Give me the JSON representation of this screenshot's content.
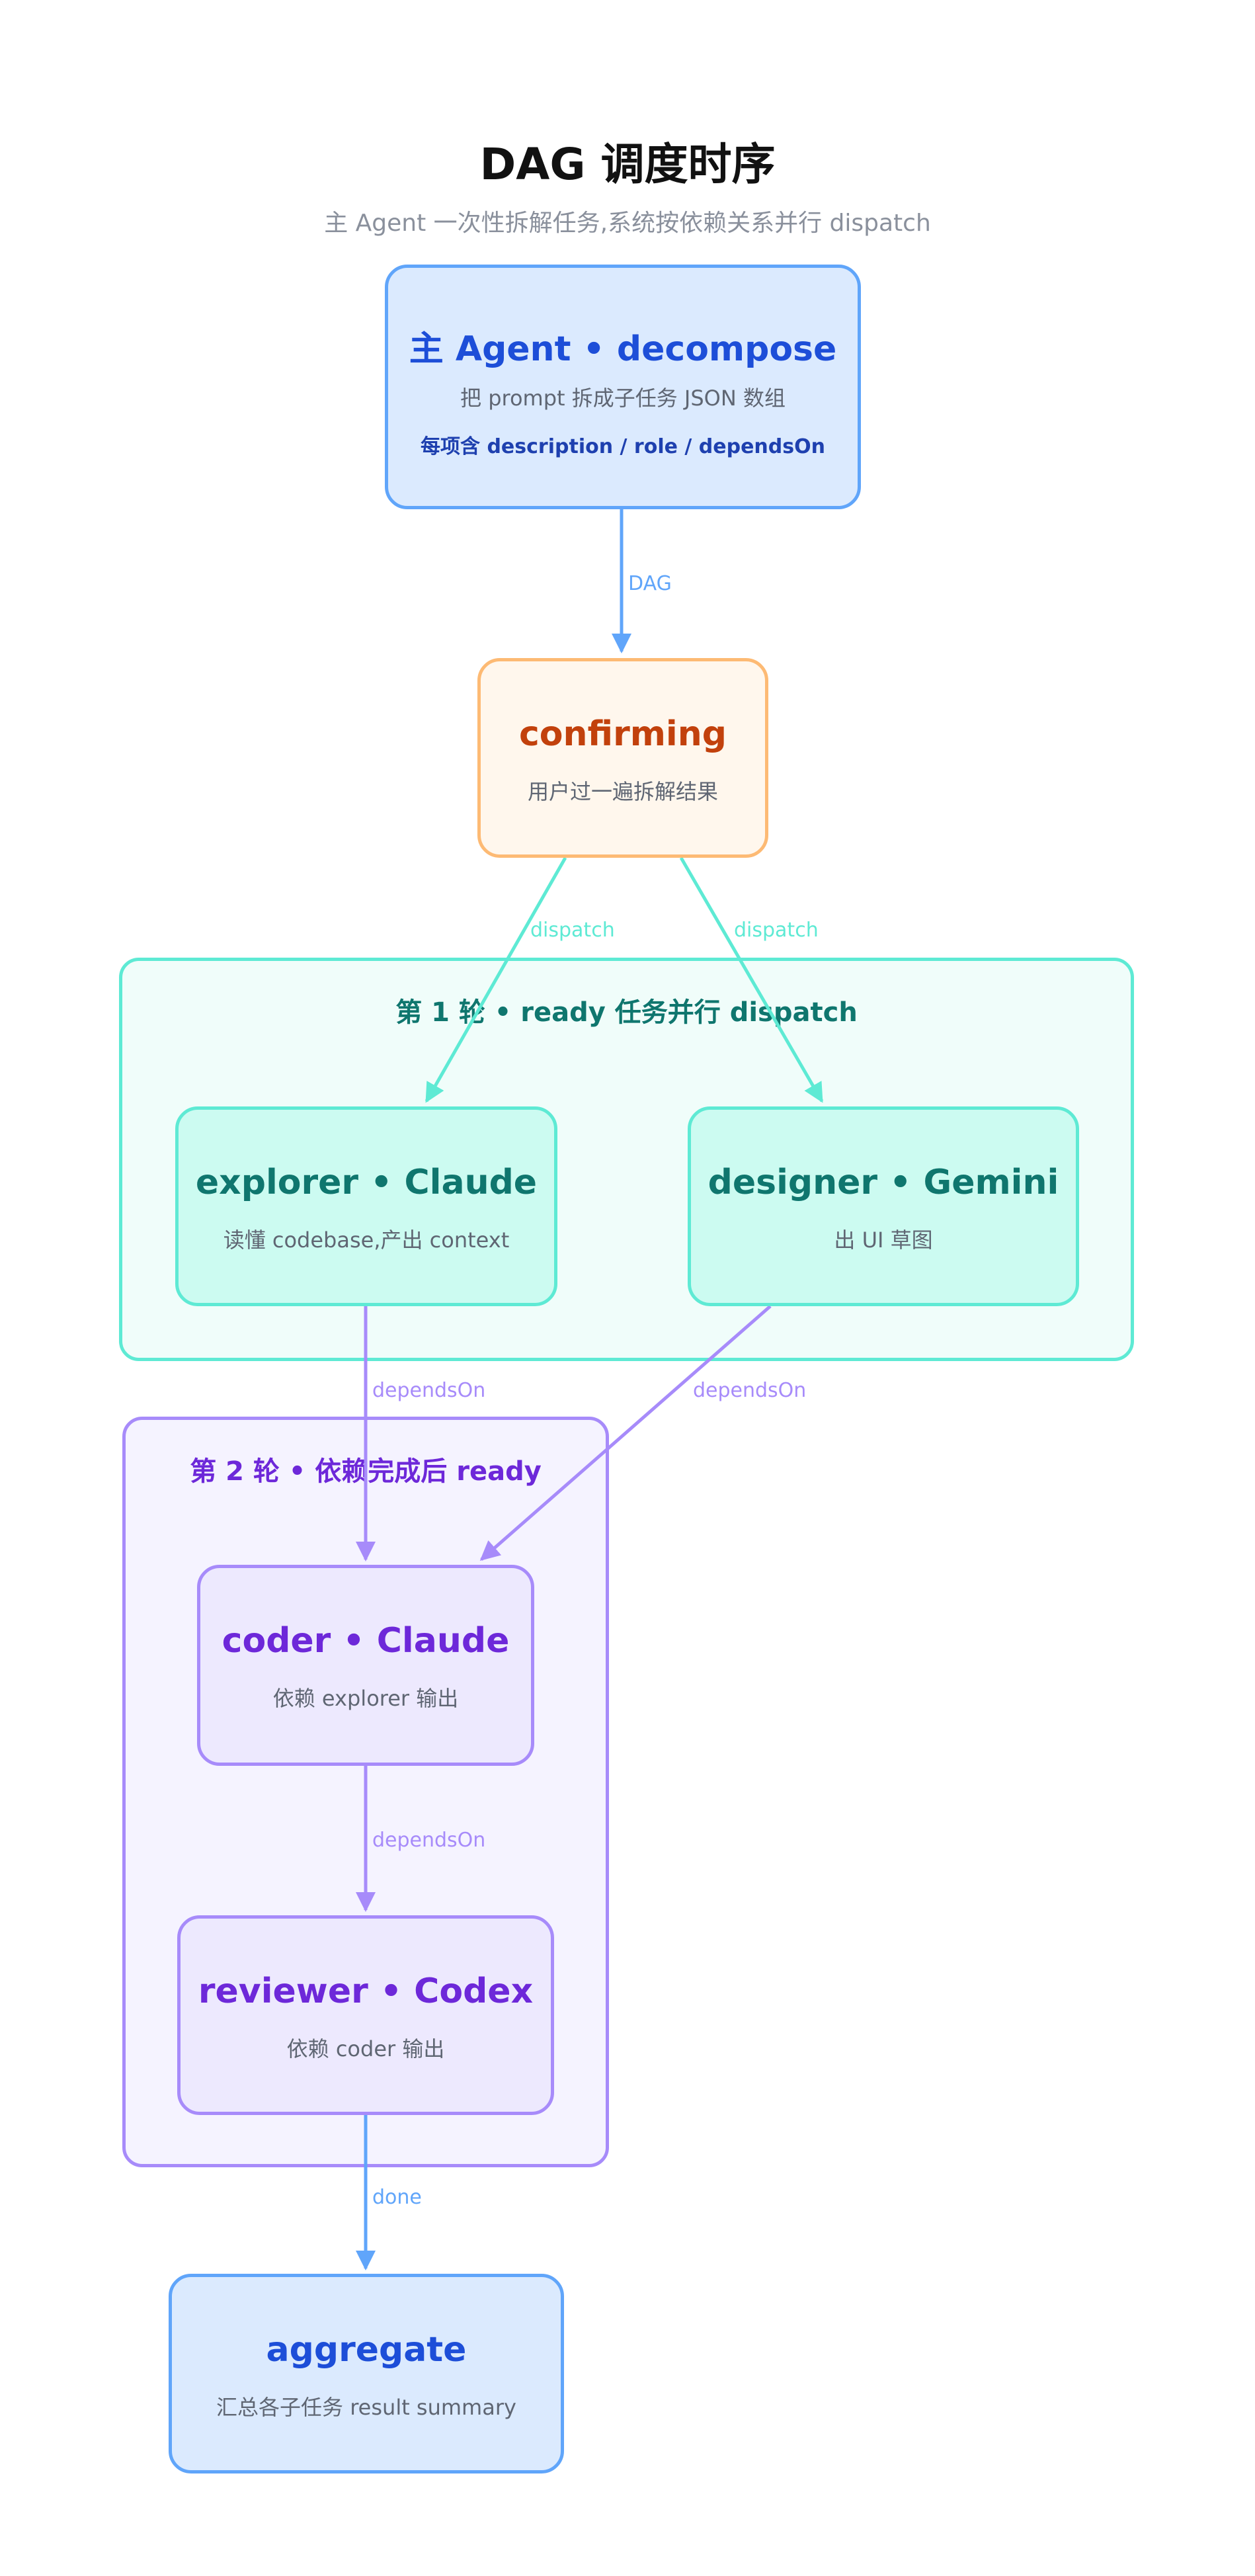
{
  "title": "DAG 调度时序",
  "subtitle": "主 Agent 一次性拆解任务,系统按依赖关系并行 dispatch",
  "groups": {
    "round1": {
      "label": "第 1 轮 • ready 任务并行 dispatch"
    },
    "round2": {
      "label": "第 2 轮 • 依赖完成后 ready"
    }
  },
  "nodes": {
    "decompose": {
      "title": "主 Agent • decompose",
      "desc": "把 prompt 拆成子任务 JSON 数组",
      "note": "每项含 description / role / dependsOn"
    },
    "confirming": {
      "title": "confirming",
      "desc": "用户过一遍拆解结果"
    },
    "explorer": {
      "title": "explorer • Claude",
      "desc": "读懂 codebase,产出 context"
    },
    "designer": {
      "title": "designer • Gemini",
      "desc": "出 UI 草图"
    },
    "coder": {
      "title": "coder • Claude",
      "desc": "依赖 explorer 输出"
    },
    "reviewer": {
      "title": "reviewer • Codex",
      "desc": "依赖 coder 输出"
    },
    "aggregate": {
      "title": "aggregate",
      "desc": "汇总各子任务 result summary"
    }
  },
  "edges": {
    "dag": "DAG",
    "dispatch_left": "dispatch",
    "dispatch_right": "dispatch",
    "depends_explorer": "dependsOn",
    "depends_designer": "dependsOn",
    "depends_coder": "dependsOn",
    "done": "done"
  },
  "colors": {
    "blue": "#60a5fa",
    "teal": "#5eead4",
    "purple": "#a78bfa",
    "orange": "#fdba74"
  }
}
